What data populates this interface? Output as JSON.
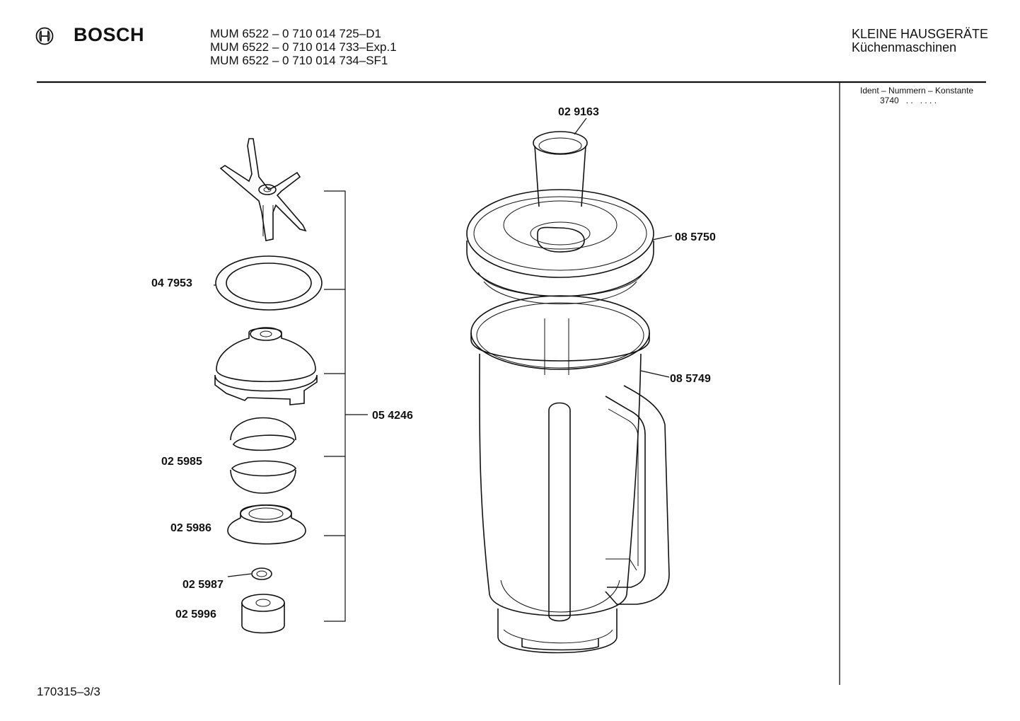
{
  "header": {
    "brand": "BOSCH",
    "models": [
      "MUM 6522 – 0 710 014 725–D1",
      "MUM 6522 – 0 710 014 733–Exp.1",
      "MUM 6522 – 0 710 014 734–SF1"
    ],
    "category_title": "KLEINE HAUSGERÄTE",
    "category_subtitle": "Küchenmaschinen"
  },
  "ident": {
    "title": "Ident – Nummern – Konstante",
    "number": "3740",
    "dots_1": ". .",
    "dots_2": ". . . ."
  },
  "parts": {
    "p029163": "02 9163",
    "p085750": "08 5750",
    "p085749": "08 5749",
    "p047953": "04 7953",
    "p054246": "05 4246",
    "p025985": "02 5985",
    "p025986": "02 5986",
    "p025987": "02 5987",
    "p025996": "02 5996"
  },
  "footer": {
    "sheet": "170315–3/3"
  }
}
